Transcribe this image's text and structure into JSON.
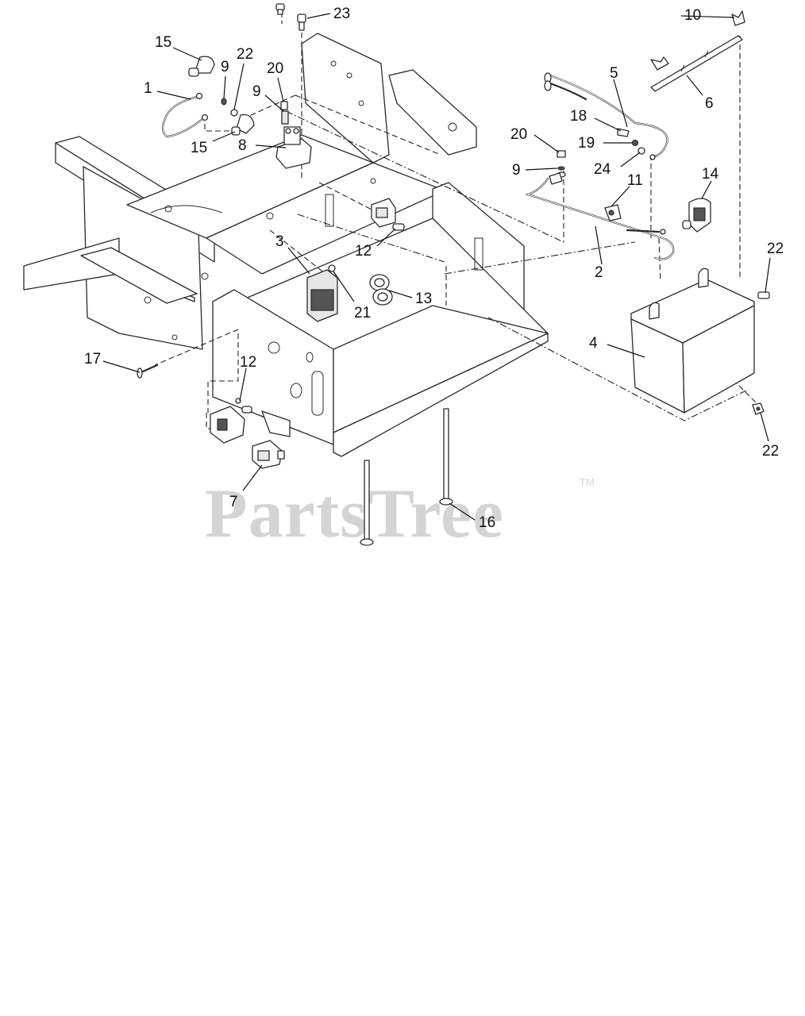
{
  "callouts": {
    "c1": "1",
    "c2": "2",
    "c3": "3",
    "c4": "4",
    "c5": "5",
    "c6": "6",
    "c7": "7",
    "c8": "8",
    "c9a": "9",
    "c9b": "9",
    "c9c": "9",
    "c10": "10",
    "c11": "11",
    "c12a": "12",
    "c12b": "12",
    "c13": "13",
    "c14": "14",
    "c15a": "15",
    "c15b": "15",
    "c16": "16",
    "c17": "17",
    "c18": "18",
    "c19": "19",
    "c20a": "20",
    "c20b": "20",
    "c21": "21",
    "c22a": "22",
    "c22b": "22",
    "c22c": "22",
    "c23": "23",
    "c24": "24"
  },
  "watermark": {
    "text": "PartsTree",
    "trademark": "TM"
  },
  "colors": {
    "line": "#2a2a2a",
    "watermark": "#d4d4d4",
    "background": "#ffffff"
  }
}
